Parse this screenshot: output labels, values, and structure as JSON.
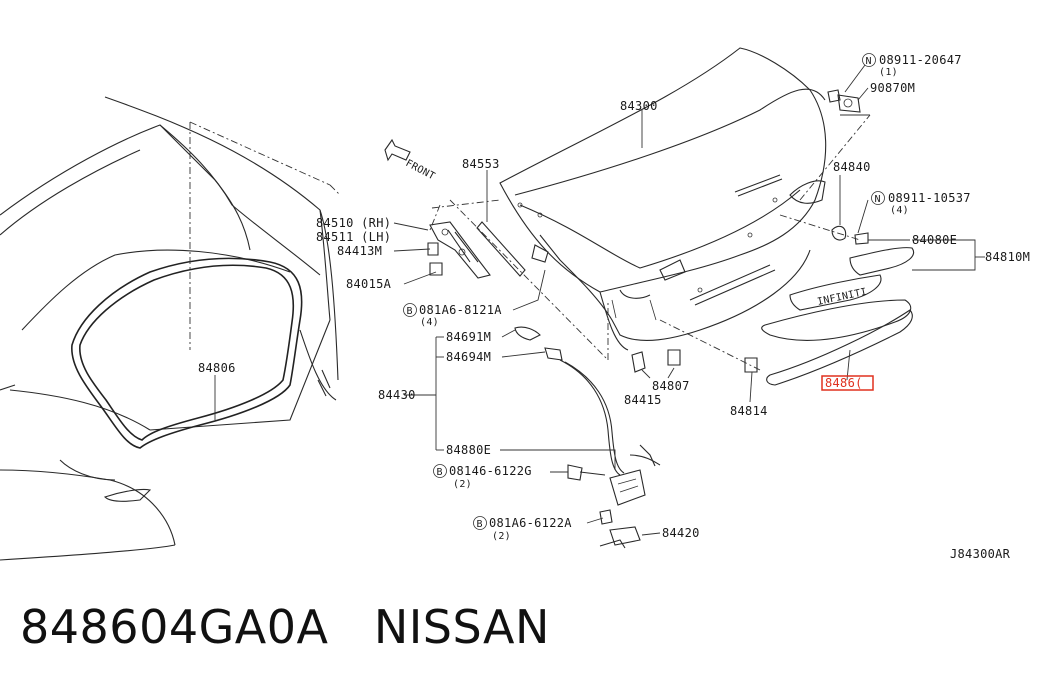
{
  "labels": {
    "front": "FRONT",
    "p84300": "84300",
    "p84553": "84553",
    "p84510": "84510 (RH)",
    "p84511": "84511 (LH)",
    "p84413M": "84413M",
    "p84015A": "84015A",
    "bolt1": "081A6-8121A",
    "bolt1_qty": "(4)",
    "p84691M": "84691M",
    "p84694M": "84694M",
    "p84430": "84430",
    "p84880E": "84880E",
    "bolt2": "08146-6122G",
    "bolt2_qty": "(2)",
    "bolt3": "081A6-6122A",
    "bolt3_qty": "(2)",
    "p84420": "84420",
    "p84806": "84806",
    "p84807": "84807",
    "p84415": "84415",
    "p84814": "84814",
    "p84860_partial": "8486(",
    "p84840": "84840",
    "nut1": "08911-20647",
    "nut1_qty": "(1)",
    "p90870M": "90870M",
    "nut2": "08911-10537",
    "nut2_qty": "(4)",
    "p84080E": "84080E",
    "p84810M": "84810M",
    "diagram_id": "J84300AR",
    "circle_N": "N",
    "circle_B": "B",
    "emblem": "INFINITI"
  },
  "caption": "848604GA0A   NISSAN",
  "colors": {
    "line": "#2a2a2a",
    "highlight": "#e0301e",
    "background": "#ffffff"
  }
}
